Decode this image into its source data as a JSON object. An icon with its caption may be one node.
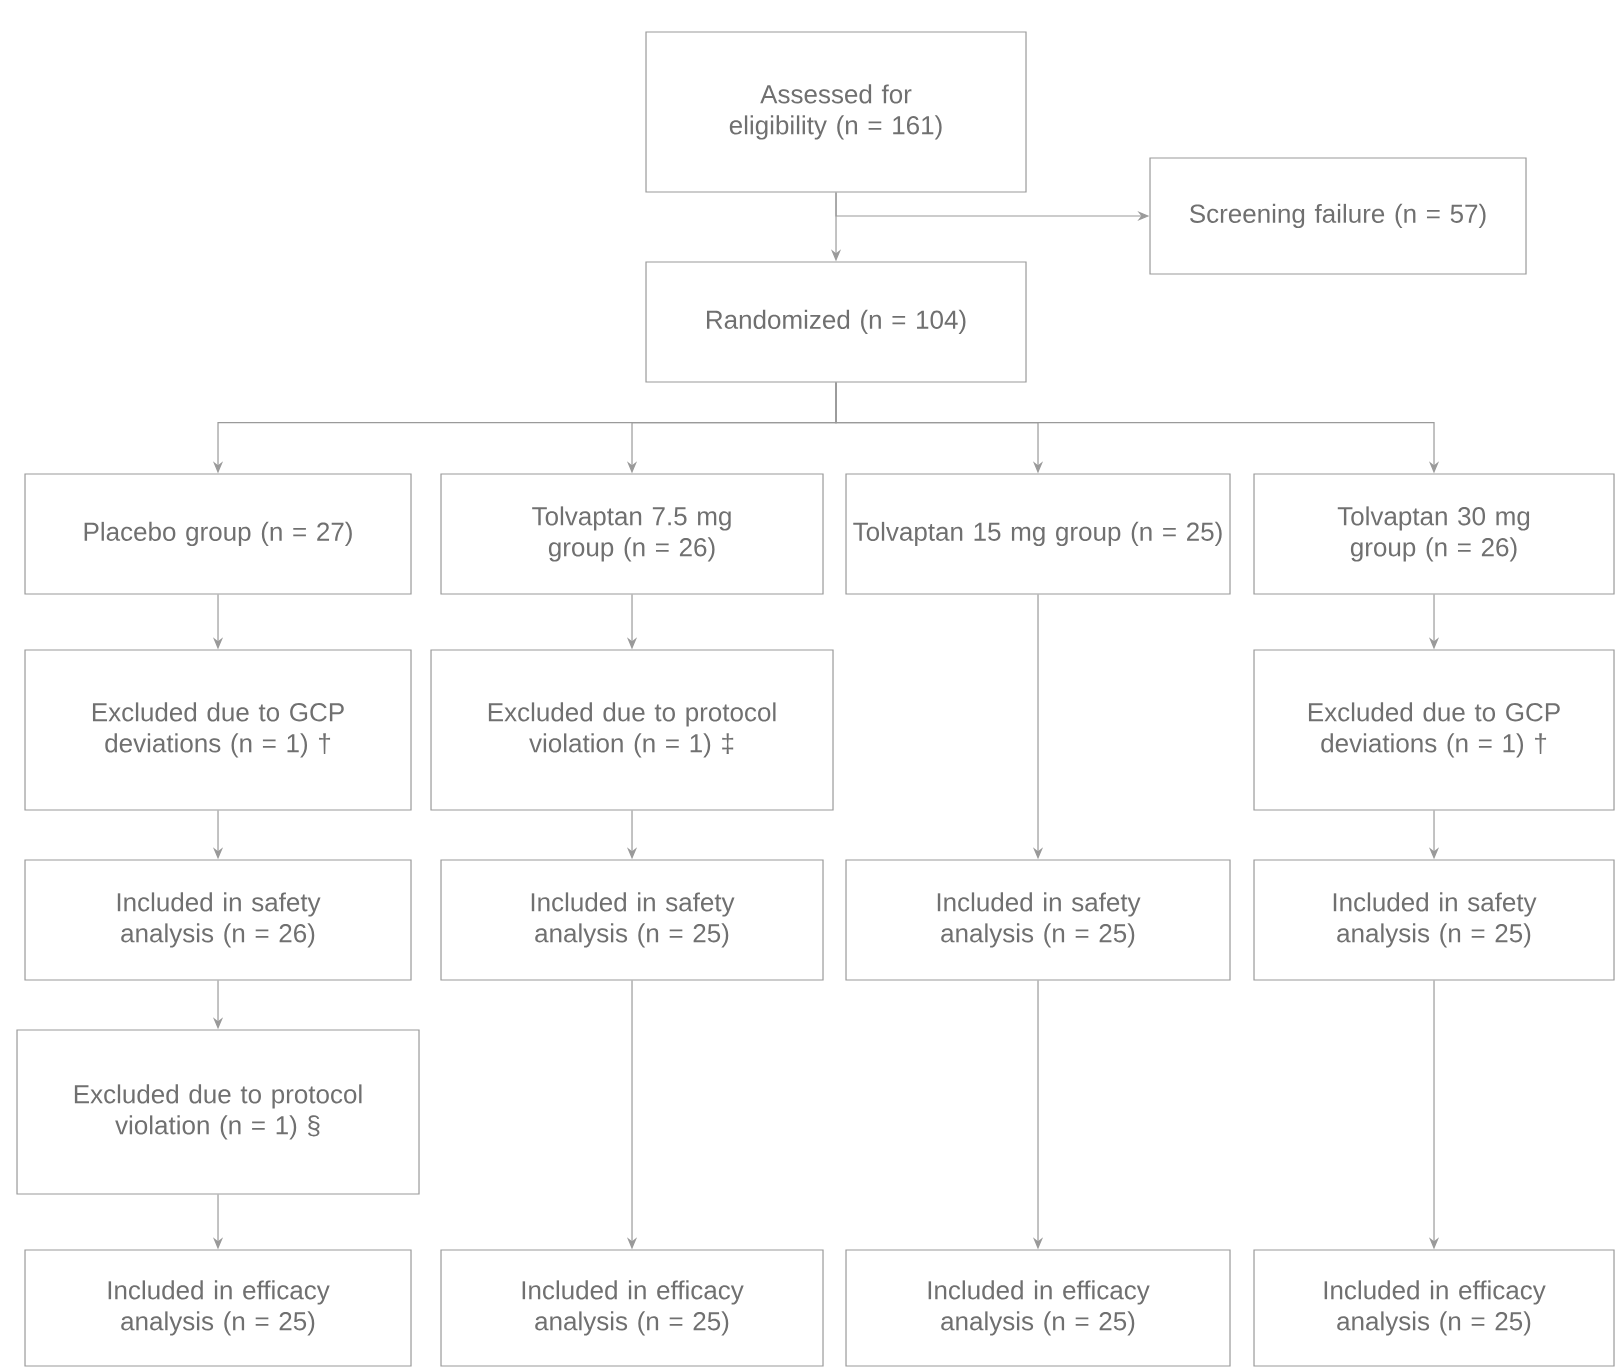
{
  "diagram": {
    "nodes": [
      {
        "text": [
          "Assessed for eligibility (n = 161)"
        ]
      },
      {
        "text": [
          "Screening failure (n = 57)"
        ]
      },
      {
        "text": [
          "Randomized (n = 104)"
        ]
      },
      {
        "text": [
          "Placebo group (n = 27)"
        ]
      },
      {
        "text": [
          "Tolvaptan 7.5 mg group (n = 26)"
        ]
      },
      {
        "text": [
          "Tolvaptan 15 mg group (n = 25)"
        ]
      },
      {
        "text": [
          "Tolvaptan 30 mg group (n = 26)"
        ]
      },
      {
        "text": [
          "Excluded due to GCP deviations (n = 1) †"
        ]
      },
      {
        "text": [
          "Excluded due to protocol violation (n = 1) ‡"
        ]
      },
      {
        "text": [
          "Excluded due to GCP deviations (n = 1) †"
        ]
      },
      {
        "text": [
          "Included in safety analysis (n = 26)"
        ]
      },
      {
        "text": [
          "Included in safety analysis (n = 25)"
        ]
      },
      {
        "text": [
          "Included in safety analysis (n = 25)"
        ]
      },
      {
        "text": [
          "Included in safety analysis (n = 25)"
        ]
      },
      {
        "text": [
          "Excluded due to protocol violation (n = 1) §"
        ]
      },
      {
        "text": [
          "Included in efficacy analysis (n = 25)"
        ]
      },
      {
        "text": [
          "Included in efficacy analysis (n = 25)"
        ]
      },
      {
        "text": [
          "Included in efficacy analysis (n = 25)"
        ]
      },
      {
        "text": [
          "Included in efficacy analysis (n = 25)"
        ]
      }
    ],
    "edges": [
      {
        "from": 0,
        "to": 2,
        "arrow": "to"
      },
      {
        "from": 0,
        "to": 1,
        "arrow": "to"
      },
      {
        "from": 2,
        "to": 3,
        "arrow": "to"
      },
      {
        "from": 2,
        "to": 4,
        "arrow": "to"
      },
      {
        "from": 2,
        "to": 5,
        "arrow": "to"
      },
      {
        "from": 2,
        "to": 6,
        "arrow": "to"
      },
      {
        "from": 3,
        "to": 7,
        "arrow": "to"
      },
      {
        "from": 4,
        "to": 8,
        "arrow": "to"
      },
      {
        "from": 5,
        "to": 12,
        "arrow": "to"
      },
      {
        "from": 6,
        "to": 9,
        "arrow": "to"
      },
      {
        "from": 7,
        "to": 10,
        "arrow": "to"
      },
      {
        "from": 8,
        "to": 11,
        "arrow": "to"
      },
      {
        "from": 9,
        "to": 13,
        "arrow": "to"
      },
      {
        "from": 10,
        "to": 14,
        "arrow": "to"
      },
      {
        "from": 14,
        "to": 15,
        "arrow": "to"
      },
      {
        "from": 11,
        "to": 16,
        "arrow": "to"
      },
      {
        "from": 12,
        "to": 17,
        "arrow": "to"
      },
      {
        "from": 13,
        "to": 18,
        "arrow": "to"
      }
    ]
  }
}
